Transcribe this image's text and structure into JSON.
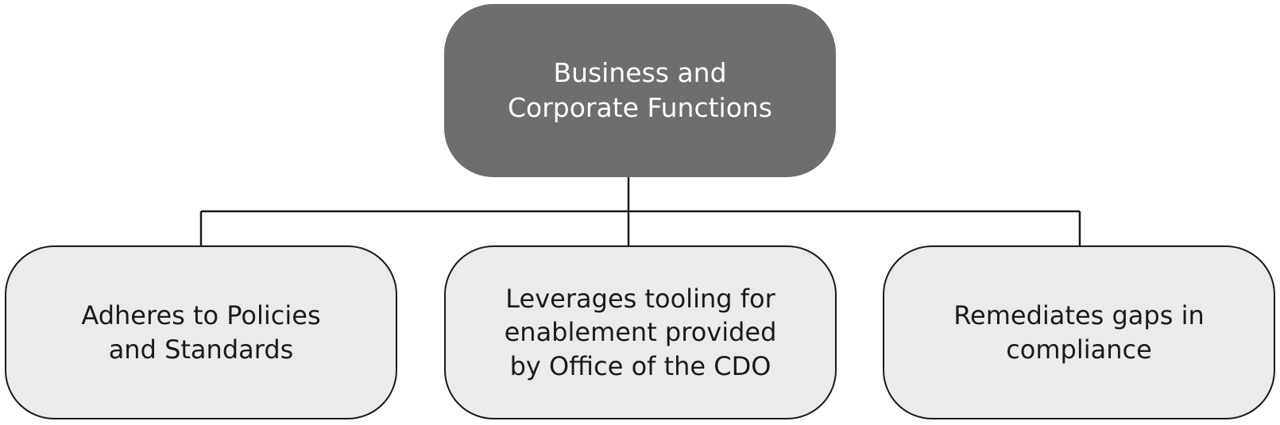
{
  "diagram": {
    "colors": {
      "root_fill": "#6e6e6e",
      "root_text": "#ffffff",
      "child_fill": "#ebebeb",
      "child_border": "#1a1a1a",
      "connector": "#1a1a1a"
    },
    "root": {
      "label": "Business and\nCorporate Functions"
    },
    "children": [
      {
        "label": "Adheres to Policies\nand Standards"
      },
      {
        "label": "Leverages tooling for\nenablement provided\nby Office of the CDO"
      },
      {
        "label": "Remediates gaps in\ncompliance"
      }
    ]
  }
}
